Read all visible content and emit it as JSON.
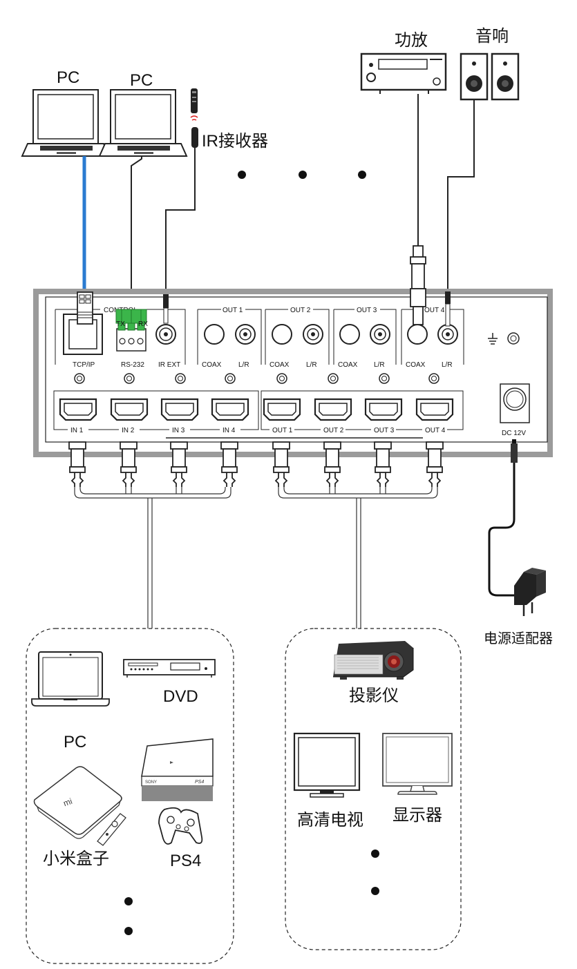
{
  "devices": {
    "pc_left": "PC",
    "pc_right": "PC",
    "ir_receiver": "IR接收器",
    "amplifier": "功放",
    "speaker": "音响",
    "power_adapter": "电源适配器"
  },
  "panel": {
    "control": "CONTROL",
    "tx": "TX",
    "rx": "RX",
    "tcpip": "TCP/IP",
    "rs232": "RS-232",
    "ir_ext": "IR EXT",
    "audio_groups": [
      {
        "title": "OUT 1",
        "coax": "COAX",
        "lr": "L/R"
      },
      {
        "title": "OUT 2",
        "coax": "COAX",
        "lr": "L/R"
      },
      {
        "title": "OUT 3",
        "coax": "COAX",
        "lr": "L/R"
      },
      {
        "title": "OUT 4",
        "coax": "COAX",
        "lr": "L/R"
      }
    ],
    "hdmi_ports": [
      "IN 1",
      "IN 2",
      "IN 3",
      "IN 4",
      "OUT 1",
      "OUT 2",
      "OUT 3",
      "OUT 4"
    ],
    "dc": "DC 12V"
  },
  "sources": {
    "pc": "PC",
    "dvd": "DVD",
    "mi_box": "小米盒子",
    "ps4": "PS4",
    "mi_logo": "mi",
    "ps4_logo": "PS4",
    "sony_logo": "SONY"
  },
  "displays": {
    "projector": "投影仪",
    "hdtv": "高清电视",
    "monitor": "显示器"
  },
  "colors": {
    "network_cable": "#2a7bd1",
    "terminal_block": "#3bb54a",
    "chassis": "#8a8a8a"
  }
}
